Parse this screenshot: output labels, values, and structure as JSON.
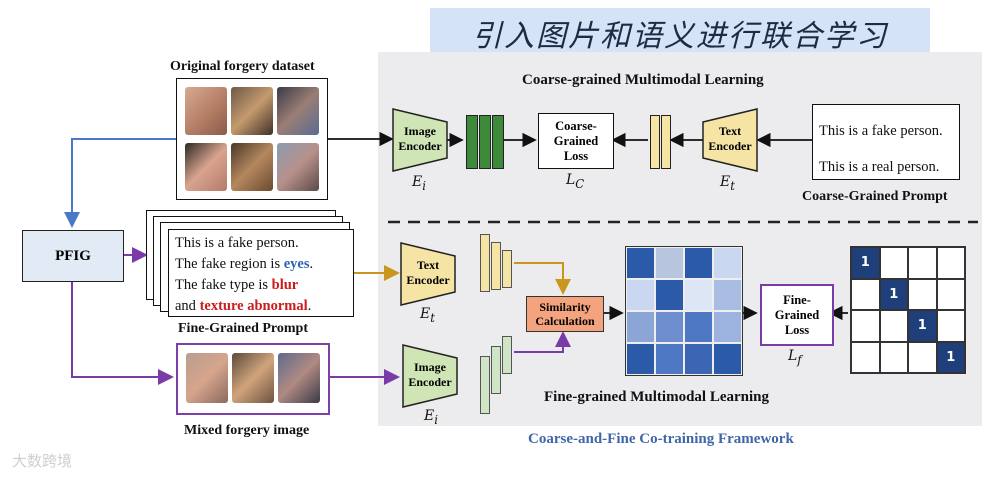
{
  "banner": {
    "title": "引入图片和语义进行联合学习"
  },
  "coarse": {
    "title": "Coarse-grained Multimodal Learning",
    "image_encoder": "Image\nEncoder",
    "image_encoder_symbol": "E",
    "image_encoder_sub": "i",
    "text_encoder": "Text\nEncoder",
    "text_encoder_symbol": "E",
    "text_encoder_sub": "t",
    "loss_box": "Coarse-\nGrained\nLoss",
    "loss_symbol": "L",
    "loss_sub": "C",
    "prompt_line1": "This is a fake person.",
    "prompt_line2": "This is a real person.",
    "prompt_label": "Coarse-Grained Prompt"
  },
  "left": {
    "dataset_label": "Original forgery dataset",
    "pfig": "PFIG",
    "fine_prompt_label": "Fine-Grained Prompt",
    "mixed_label": "Mixed forgery image",
    "prompt": {
      "l1": "This is a fake person.",
      "l2a": "The fake region is ",
      "l2b": "eyes",
      "l2c": ".",
      "l3a": "The fake type is ",
      "l3b": "blur",
      "l4a": "and ",
      "l4b": "texture abnormal",
      "l4c": "."
    }
  },
  "fine": {
    "title": "Fine-grained Multimodal Learning",
    "text_encoder": "Text\nEncoder",
    "text_encoder_symbol": "E",
    "text_encoder_sub": "t",
    "image_encoder": "Image\nEncoder",
    "image_encoder_symbol": "E",
    "image_encoder_sub": "i",
    "similarity": "Similarity\nCalculation",
    "loss_box": "Fine-\nGrained\nLoss",
    "loss_symbol": "L",
    "loss_sub": "f",
    "identity_values": [
      "1",
      "1",
      "1",
      "1"
    ]
  },
  "footer": {
    "framework": "Coarse-and-Fine Co-training Framework"
  },
  "watermark": {
    "text": "大数跨境"
  },
  "colors": {
    "encoder_green": "#cfe5b5",
    "feature_green": "#3e8a3b",
    "feature_yellow": "#f6e4a5",
    "feature_lightgreen": "#cfe5c6",
    "similarity_orange": "#f4a37f",
    "heatmap_dark": "#2b5aa8",
    "heatmap_light": "#c9d7f0",
    "arrow_blue": "#4a78c7",
    "arrow_purple": "#7a3aa8",
    "arrow_gold": "#c9971e",
    "footer_blue": "#3f67a8"
  }
}
